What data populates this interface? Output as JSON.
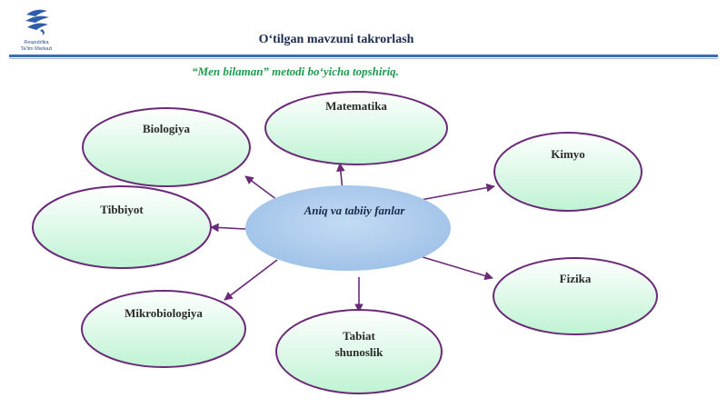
{
  "logo": {
    "line1": "Respublika",
    "line2": "Ta'lim Markazi"
  },
  "header": {
    "title": "O‘tilgan mavzuni takrorlash"
  },
  "subtitle": "“Men bilaman” metodi bo‘yicha topshiriq.",
  "center": {
    "label": "Aniq va tabiiy fanlar"
  },
  "nodes": {
    "matematika": "Matematika",
    "biologiya": "Biologiya",
    "kimyo": "Kimyo",
    "tibbiyot": "Tibbiyot",
    "fizika": "Fizika",
    "mikrobiologiya": "Mikrobiologiya",
    "tabiat_line1": "Tabiat",
    "tabiat_line2": "shunoslik"
  },
  "colors": {
    "bubble_stroke": "#6b2a78",
    "bubble_fill_top": "#ffffff",
    "bubble_fill_bottom": "#bff3d3",
    "center_fill": "#a9c9ec",
    "arrow": "#6b2a78",
    "rule": "#3a6fb4"
  }
}
